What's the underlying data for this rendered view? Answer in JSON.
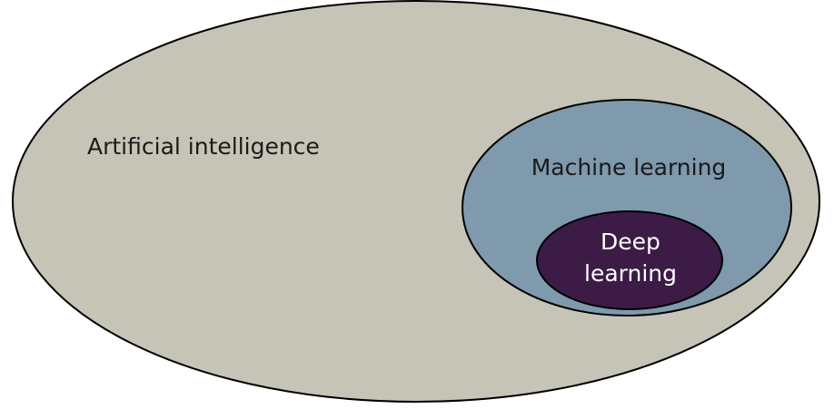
{
  "diagram": {
    "outer": {
      "label": "Artificial intelligence",
      "fill": "#c5c4b6",
      "stroke": "#000000"
    },
    "middle": {
      "label": "Machine learning",
      "fill": "#7f99ad",
      "stroke": "#000000"
    },
    "inner": {
      "label_line1": "Deep",
      "label_line2": "learning",
      "fill": "#3c1b47",
      "stroke": "#000000",
      "text_color": "#ffffff"
    }
  }
}
